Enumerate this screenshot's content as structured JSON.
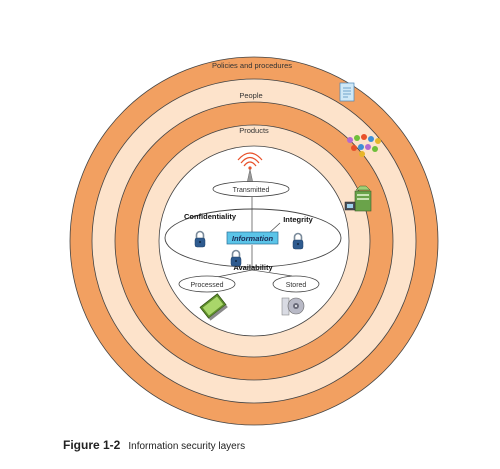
{
  "diagram": {
    "rings": {
      "outer": "Policies and procedures",
      "middle": "People",
      "inner": "Products"
    },
    "core": {
      "transmitted": "Transmitted",
      "confidentiality": "Confidentiality",
      "integrity": "Integrity",
      "information": "Information",
      "availability": "Availability",
      "processed": "Processed",
      "stored": "Stored"
    },
    "icons": [
      "document-icon",
      "people-group-icon",
      "computer-network-icon",
      "antenna-icon",
      "padlock-icon",
      "notebook-icon",
      "disc-icon"
    ],
    "colors": {
      "ring_orange": "#f2a061",
      "ring_cream": "#fde3cb",
      "info_box": "#5bc4e8",
      "lock_blue": "#2f5b8f"
    }
  },
  "caption": {
    "number": "Figure 1-2",
    "title": "Information security layers"
  }
}
